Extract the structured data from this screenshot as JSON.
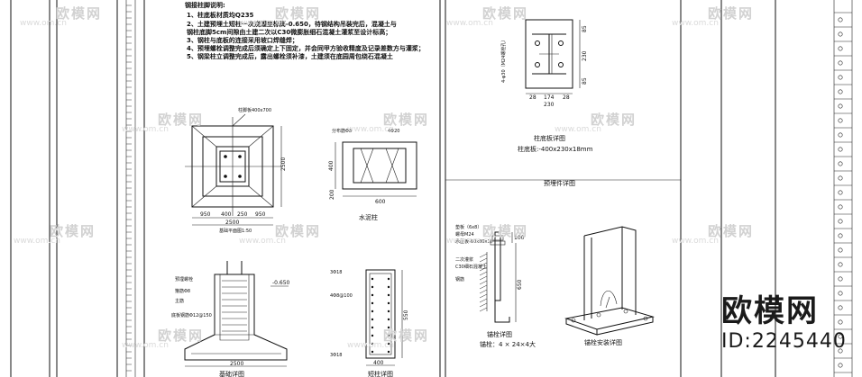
{
  "notes": {
    "title": "钢接柱脚说明:",
    "lines": [
      "1、柱底板材质均Q235",
      "2、土建预埋土短柱一次浇灌至标高-0.650，待钢结构吊装完后，混凝土与",
      "    钢柱底脚5cm间隙由土建二次以C30微膨胀细石混凝土灌浆至设计标高；",
      "3、钢柱与底板的连接采用坡口焊缝焊；",
      "4、预埋螺栓调整完成后须确定上下固定，并会同甲方验收精度及记录差数方与灌浆；",
      "5、钢梁柱立调整完成后，露出螺栓须补漆，土建须在底园周包绕石混凝土"
    ]
  },
  "drawings": {
    "base_plan": {
      "top_label": "柱脚板400x700",
      "dims_bottom": [
        "950",
        "400",
        "250",
        "950"
      ],
      "total_bottom": "2500",
      "dim_right": "2500",
      "caption": "基础平面图1:50"
    },
    "water_post": {
      "title": "水泥柱",
      "label_a": "分布筋Φ8",
      "label_b": "4Φ20",
      "dim_left": "400",
      "dim_bottom_a": "200",
      "dim_bottom_b": "600"
    },
    "foundation_section": {
      "level": "-0.650",
      "labels": [
        "预埋螺栓",
        "箍筋Φ8",
        "主筋",
        "底板钢筋Φ12@150"
      ],
      "dim_bottom": "2500",
      "caption": "基础详图"
    },
    "post_section": {
      "labels": [
        "3Φ18",
        "4Φ8@100",
        "3Φ18"
      ],
      "dim_right": "550",
      "dim_bottom": "400",
      "caption": "短柱详图"
    },
    "base_plate_detail": {
      "left_label": "4-φ30（M24螺栓孔）",
      "dims_bottom": [
        "28",
        "174",
        "28"
      ],
      "total_bottom": "230",
      "dims_right": [
        "85",
        "230",
        "85"
      ],
      "caption_a": "柱底板详图",
      "caption_b": "柱底板:-400x230x18mm"
    },
    "section_divider_title": "预埋件详图",
    "anchor_detail": {
      "labels": [
        "垫板（6x8）",
        "螺母M24",
        "承压板-80x80x10",
        "二次灌浆",
        "C30细石混凝土",
        "钢筋"
      ],
      "dim_top": "100",
      "dim_right": "650",
      "caption": "锚栓详图",
      "spec": "锚栓：4 × 24×4大"
    },
    "iso_caption": "锚栓安装详图"
  },
  "watermark": {
    "brand": "欧模网",
    "url": "www.om.cn",
    "corner_brand": "欧模网",
    "corner_id": "ID:2245440"
  }
}
